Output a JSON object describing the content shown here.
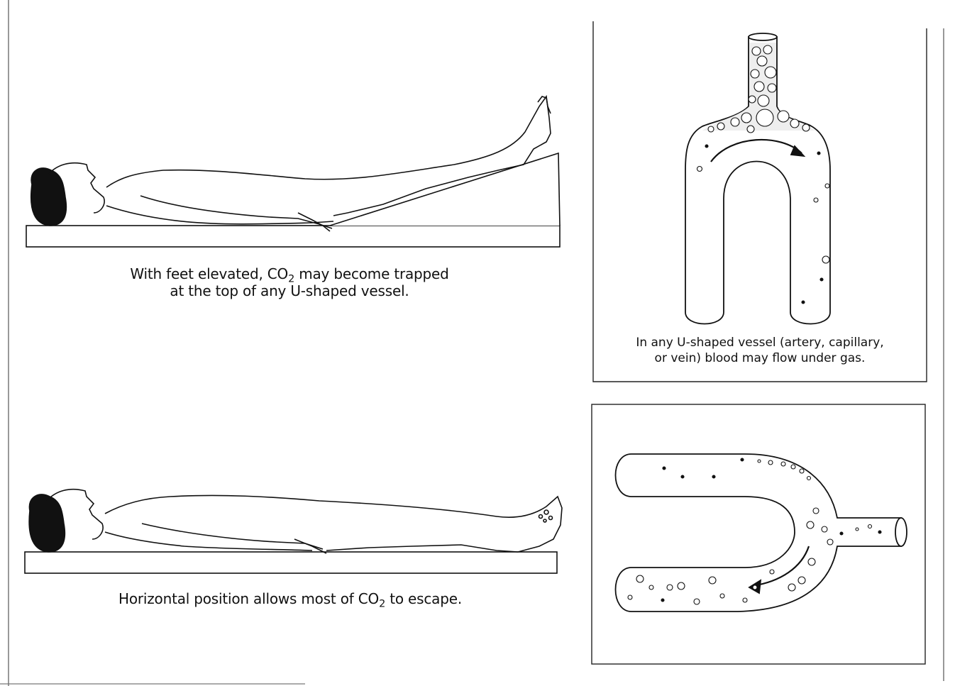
{
  "figure_left": {
    "top_caption": {
      "line1_before": "With feet elevated, CO",
      "line1_sub": "2",
      "line1_after": " may become trapped",
      "line2": "at the top of any U-shaped vessel."
    },
    "bottom_caption": {
      "before": "Horizontal position allows most of CO",
      "sub": "2",
      "after": " to escape."
    }
  },
  "figure_right": {
    "top_panel_caption": {
      "line1": "In any U-shaped vessel (artery, capillary,",
      "line2": "or vein) blood may flow under gas."
    }
  },
  "colors": {
    "ink": "#111111",
    "paper": "#ffffff"
  }
}
